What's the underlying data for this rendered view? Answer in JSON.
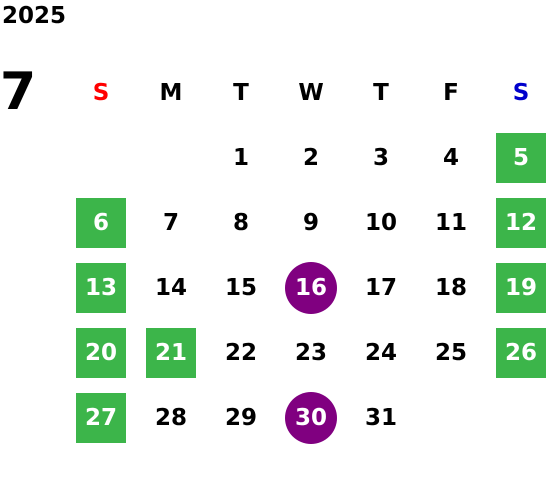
{
  "calendar": {
    "year": "2025",
    "month": "7",
    "weekdays": [
      {
        "label": "S",
        "color": "#ff0000"
      },
      {
        "label": "M",
        "color": "#000000"
      },
      {
        "label": "T",
        "color": "#000000"
      },
      {
        "label": "W",
        "color": "#000000"
      },
      {
        "label": "T",
        "color": "#000000"
      },
      {
        "label": "F",
        "color": "#000000"
      },
      {
        "label": "S",
        "color": "#0000cc"
      }
    ],
    "colors": {
      "holiday_bg": "#3cb54a",
      "event_bg": "#800080",
      "highlight_text": "#ffffff"
    },
    "weeks": [
      [
        "",
        "",
        "1",
        "2",
        "3",
        "4",
        "5"
      ],
      [
        "6",
        "7",
        "8",
        "9",
        "10",
        "11",
        "12"
      ],
      [
        "13",
        "14",
        "15",
        "16",
        "17",
        "18",
        "19"
      ],
      [
        "20",
        "21",
        "22",
        "23",
        "24",
        "25",
        "26"
      ],
      [
        "27",
        "28",
        "29",
        "30",
        "31",
        "",
        ""
      ]
    ],
    "holiday_days": [
      "5",
      "6",
      "12",
      "13",
      "19",
      "20",
      "21",
      "26",
      "27"
    ],
    "event_days": [
      "16",
      "30"
    ]
  }
}
